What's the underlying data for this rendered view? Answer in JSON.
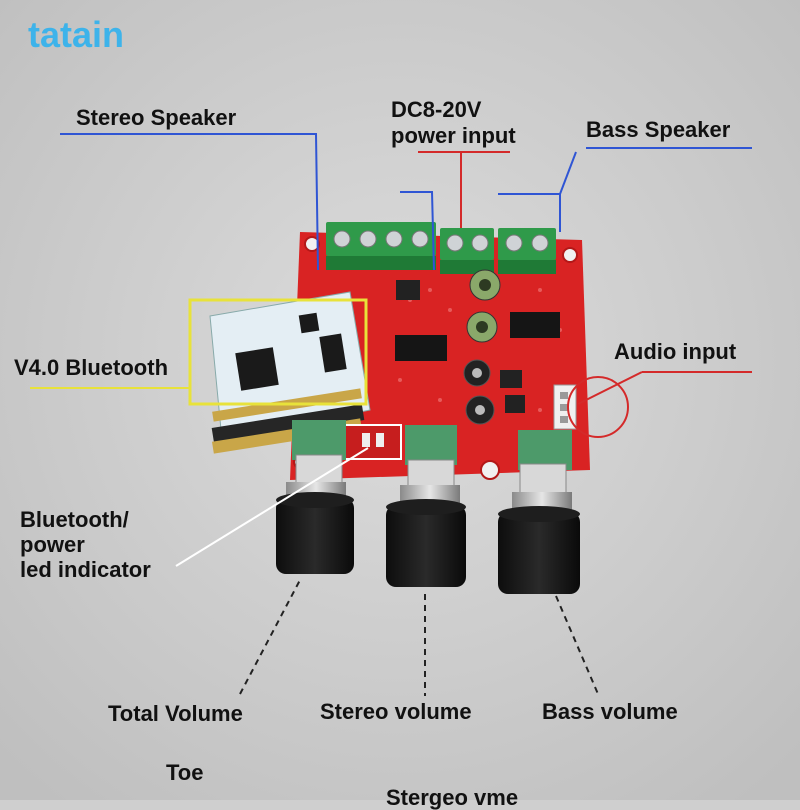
{
  "watermark": "tatain",
  "labels": {
    "stereo_speaker": "Stereo Speaker",
    "dc_input_line1": "DC8-20V",
    "dc_input_line2": "power input",
    "bass_speaker": "Bass Speaker",
    "bluetooth_module": "V4.0 Bluetooth",
    "audio_input": "Audio input",
    "led_line1": "Bluetooth/",
    "led_line2": "power",
    "led_line3": "led indicator",
    "total_volume": "Total Volume",
    "stereo_volume": "Stereo volume",
    "bass_volume": "Bass volume",
    "toe": "Toe",
    "stereo_vme": "Stergeo vme"
  },
  "colors": {
    "background": "#cfcfcf",
    "board_red": "#d92323",
    "terminal_green": "#2f9a4a",
    "leader_blue": "#2f55d4",
    "leader_red": "#d42a2a",
    "leader_yellow": "#e8e23a",
    "watermark": "#3db3ea"
  }
}
